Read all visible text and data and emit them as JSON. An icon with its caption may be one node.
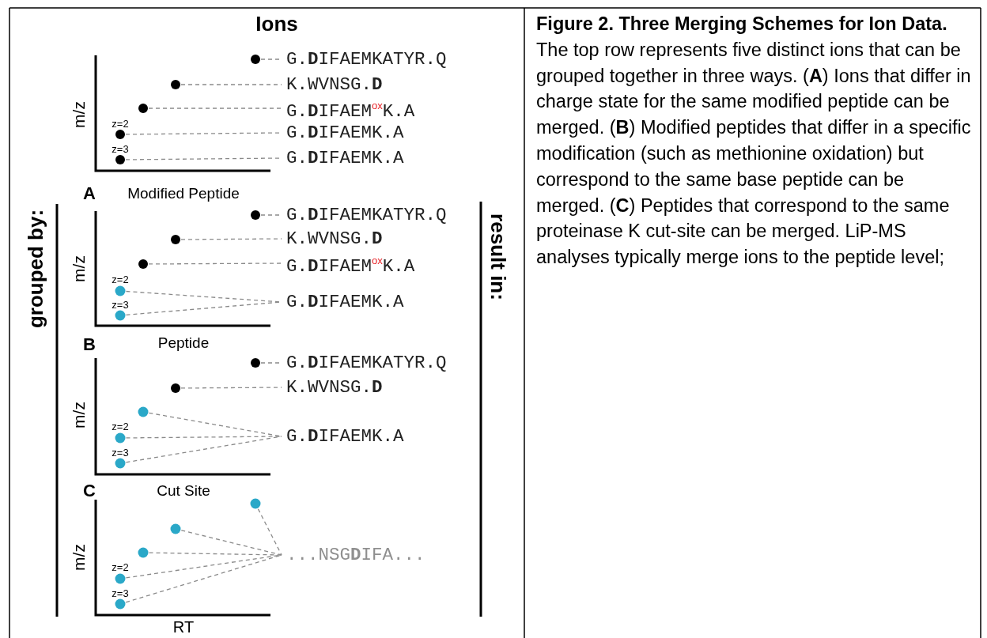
{
  "diagram": {
    "title": "Ions",
    "caption": "**Figure 2. Three Merging Schemes for Ion Data.** The top row represents five distinct ions that can be grouped together in three ways. (**A**) Ions that differ in charge state for the same modified peptide can be merged. (**B**) Modified peptides that differ in a specific modification (such as methionine oxidation) but correspond to the same base peptide can be merged. (**C**) Peptides that correspond to the same proteinase K cut-site can be merged. LiP-MS analyses typically merge ions to the peptide level;",
    "nodes": [
      {
        "text": [],
        "shape": "circle"
      },
      {
        "text": [
          "G.**D**IFAEMKATYR.Q"
        ]
      },
      {
        "text": [],
        "shape": "circle"
      },
      {
        "text": [
          "K.WVNSG.**D**"
        ]
      },
      {
        "text": [],
        "shape": "circle"
      },
      {
        "text": [
          "G.**D**IFAEM$^{ox}$K.A"
        ]
      },
      {
        "text": [],
        "shape": "circle"
      },
      {
        "text": [
          "G.**D**IFAEMK.A"
        ]
      },
      {
        "text": [],
        "shape": "circle"
      },
      {
        "text": [
          "G.**D**IFAEMK.A"
        ]
      },
      {
        "text": [],
        "shape": "circle"
      },
      {
        "text": [
          "G.**D**IFAEMKATYR.Q"
        ]
      },
      {
        "text": [],
        "shape": "circle"
      },
      {
        "text": [
          "K.WVNSG.**D**"
        ]
      },
      {
        "text": [],
        "shape": "circle"
      },
      {
        "text": [
          "G.**D**IFAEM$^{ox}$K.A"
        ]
      },
      {
        "text": [],
        "shape": "circle"
      },
      {
        "text": [
          "G.**D**IFAEMK.A"
        ]
      },
      {
        "text": [],
        "shape": "circle"
      },
      {
        "text": [],
        "shape": "circle"
      },
      {
        "text": [
          "G.**D**IFAEMKATYR.Q"
        ]
      },
      {
        "text": [],
        "shape": "circle"
      },
      {
        "text": [
          "K.WVNSG.**D**"
        ]
      },
      {
        "text": [],
        "shape": "circle"
      },
      {
        "text": [],
        "shape": "circle"
      },
      {
        "text": [
          "G.**D**IFAEMK.A"
        ]
      },
      {
        "text": [],
        "shape": "circle"
      },
      {
        "text": [],
        "shape": "circle"
      },
      {
        "text": [],
        "shape": "circle"
      },
      {
        "text": [],
        "shape": "circle"
      },
      {
        "text": [
          "...NSG**D**IFA..."
        ]
      },
      {
        "text": [],
        "shape": "circle"
      },
      {
        "text": [],
        "shape": "circle"
      }
    ],
    "edges": [
      {
        "from": 0,
        "to": 1,
        "arrow": "none",
        "style": "dashed"
      },
      {
        "from": 2,
        "to": 3,
        "arrow": "none",
        "style": "dashed"
      },
      {
        "from": 4,
        "to": 5,
        "arrow": "none",
        "style": "dashed"
      },
      {
        "from": 6,
        "to": 7,
        "arrow": "none",
        "style": "dashed"
      },
      {
        "from": 8,
        "to": 9,
        "arrow": "none",
        "style": "dashed"
      },
      {
        "from": 10,
        "to": 11,
        "arrow": "none",
        "style": "dashed"
      },
      {
        "from": 12,
        "to": 13,
        "arrow": "none",
        "style": "dashed"
      },
      {
        "from": 14,
        "to": 15,
        "arrow": "none",
        "style": "dashed"
      },
      {
        "from": 16,
        "to": 17,
        "arrow": "none",
        "style": "dashed"
      },
      {
        "from": 18,
        "to": 17,
        "arrow": "none",
        "style": "dashed"
      },
      {
        "from": 19,
        "to": 20,
        "arrow": "none",
        "style": "dashed"
      },
      {
        "from": 21,
        "to": 22,
        "arrow": "none",
        "style": "dashed"
      },
      {
        "from": 23,
        "to": 25,
        "arrow": "none",
        "style": "dashed"
      },
      {
        "from": 24,
        "to": 25,
        "arrow": "none",
        "style": "dashed"
      },
      {
        "from": 26,
        "to": 25,
        "arrow": "none",
        "style": "dashed"
      },
      {
        "from": 27,
        "to": 30,
        "arrow": "none",
        "style": "dashed"
      },
      {
        "from": 28,
        "to": 30,
        "arrow": "none",
        "style": "dashed"
      },
      {
        "from": 29,
        "to": 30,
        "arrow": "none",
        "style": "dashed"
      },
      {
        "from": 31,
        "to": 30,
        "arrow": "none",
        "style": "dashed"
      },
      {
        "from": 32,
        "to": 30,
        "arrow": "none",
        "style": "dashed"
      }
    ],
    "labels": [
      "m/z",
      "z=2",
      "z=3",
      "A",
      "Modified Peptide",
      "grouped by:",
      "result in:",
      "m/z",
      "z=2",
      "z=3",
      "B",
      "Peptide",
      "m/z",
      "z=2",
      "z=3",
      "C",
      "Cut Site",
      "m/z",
      "z=2",
      "z=3",
      "RT"
    ]
  }
}
